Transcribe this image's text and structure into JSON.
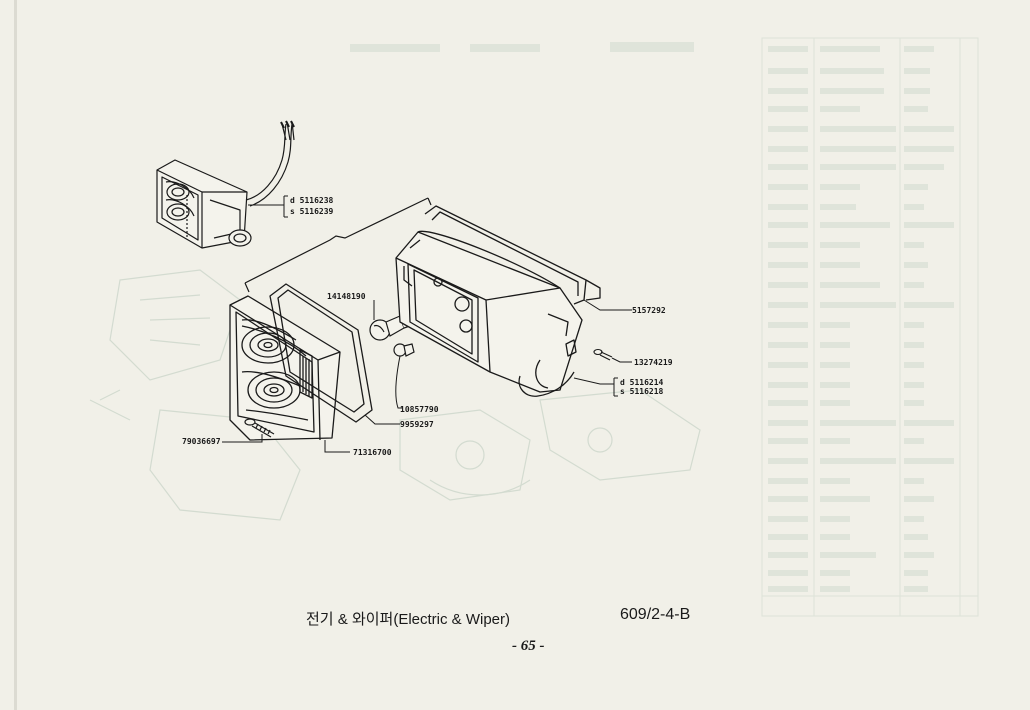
{
  "caption": "전기 & 와이퍼(Electric & Wiper)",
  "diagram_code": "609/2-4-B",
  "page_number": "- 65 -",
  "callouts": {
    "lamp_d": "d  5116238",
    "lamp_s": "s  5116239",
    "bulb": "14148190",
    "housing": "5157292",
    "clip": "13274219",
    "housing_d": "d  5116214",
    "housing_s": "s  5116218",
    "lampholder": "10857790",
    "gasket": "9959297",
    "screw": "79036697",
    "lens": "71316700"
  },
  "colors": {
    "ink": "#1a1a1a",
    "paper": "#f1f0e8",
    "bleed": "#cfd6cb"
  }
}
